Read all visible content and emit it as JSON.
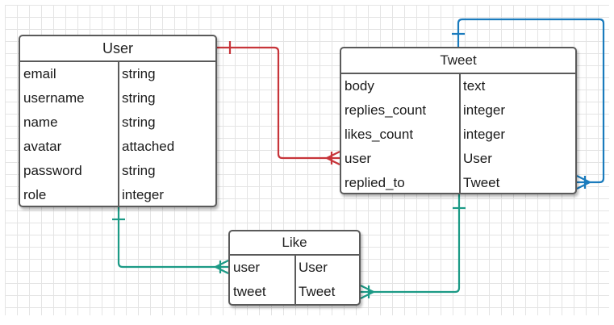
{
  "entities": {
    "user": {
      "title": "User",
      "attributes": [
        {
          "name": "email",
          "type": "string"
        },
        {
          "name": "username",
          "type": "string"
        },
        {
          "name": "name",
          "type": "string"
        },
        {
          "name": "avatar",
          "type": "attached"
        },
        {
          "name": "password",
          "type": "string"
        },
        {
          "name": "role",
          "type": "integer"
        }
      ]
    },
    "tweet": {
      "title": "Tweet",
      "attributes": [
        {
          "name": "body",
          "type": "text"
        },
        {
          "name": "replies_count",
          "type": "integer"
        },
        {
          "name": "likes_count",
          "type": "integer"
        },
        {
          "name": "user",
          "type": "User"
        },
        {
          "name": "replied_to",
          "type": "Tweet"
        }
      ]
    },
    "like": {
      "title": "Like",
      "attributes": [
        {
          "name": "user",
          "type": "User"
        },
        {
          "name": "tweet",
          "type": "Tweet"
        }
      ]
    }
  },
  "relationships": [
    {
      "from": "User",
      "to": "Tweet.user",
      "from_end": "one",
      "to_end": "many",
      "color": "#c7353a"
    },
    {
      "from": "Tweet",
      "to": "Tweet.replied_to",
      "from_end": "one",
      "to_end": "many",
      "color": "#1a7bbd"
    },
    {
      "from": "User",
      "to": "Like.user",
      "from_end": "one",
      "to_end": "many",
      "color": "#1c9a86"
    },
    {
      "from": "Tweet",
      "to": "Like.tweet",
      "from_end": "one",
      "to_end": "many",
      "color": "#1c9a86"
    }
  ],
  "colors": {
    "entity_border": "#5a5a5a",
    "grid_line": "#e4e4e4",
    "text": "#1a1a1a"
  }
}
